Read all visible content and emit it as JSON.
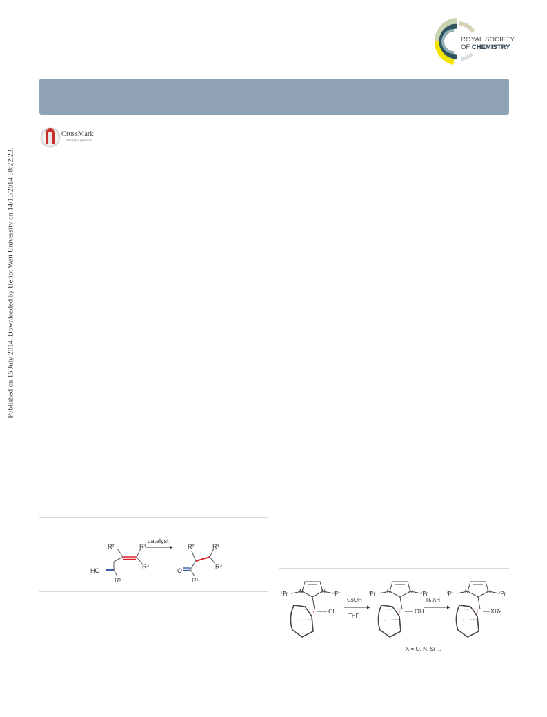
{
  "side_note": "Published on 15 July 2014. Downloaded by Heriot Watt University on 14/10/2014 08:22:23.",
  "publisher": {
    "line1": "ROYAL SOCIETY",
    "line2_prefix": "OF ",
    "line2_bold": "CHEMISTRY"
  },
  "crossmark": {
    "title": "CrossMark",
    "subtitle": "← click for updates"
  },
  "scheme_left": {
    "arrow_label": "catalyst",
    "reactant": {
      "ho": "HO",
      "r1": "R¹",
      "r2": "R²",
      "r3": "R³",
      "r4": "R⁴"
    },
    "product": {
      "o": "O",
      "r1": "R¹",
      "r2": "R²",
      "r3": "R³",
      "r4": "R⁴"
    }
  },
  "scheme_right": {
    "ipr": "ⁱPr",
    "n": "N",
    "ir": "Ir",
    "c1_ligand": "Cl",
    "c2_ligand": "OH",
    "c3_ligand": "XRₙ",
    "arrow1_top": "CsOH",
    "arrow1_bottom": "THF",
    "arrow2_top": "RₙXH",
    "note": "X = O, N, Si ..."
  },
  "colors": {
    "banner": "#8fa3b5",
    "bond_blue": "#3b5ba9",
    "bond_red": "#d9232e",
    "metal": "#c040a0",
    "logo_yellow": "#f2e500",
    "logo_teal": "#2f5560"
  }
}
